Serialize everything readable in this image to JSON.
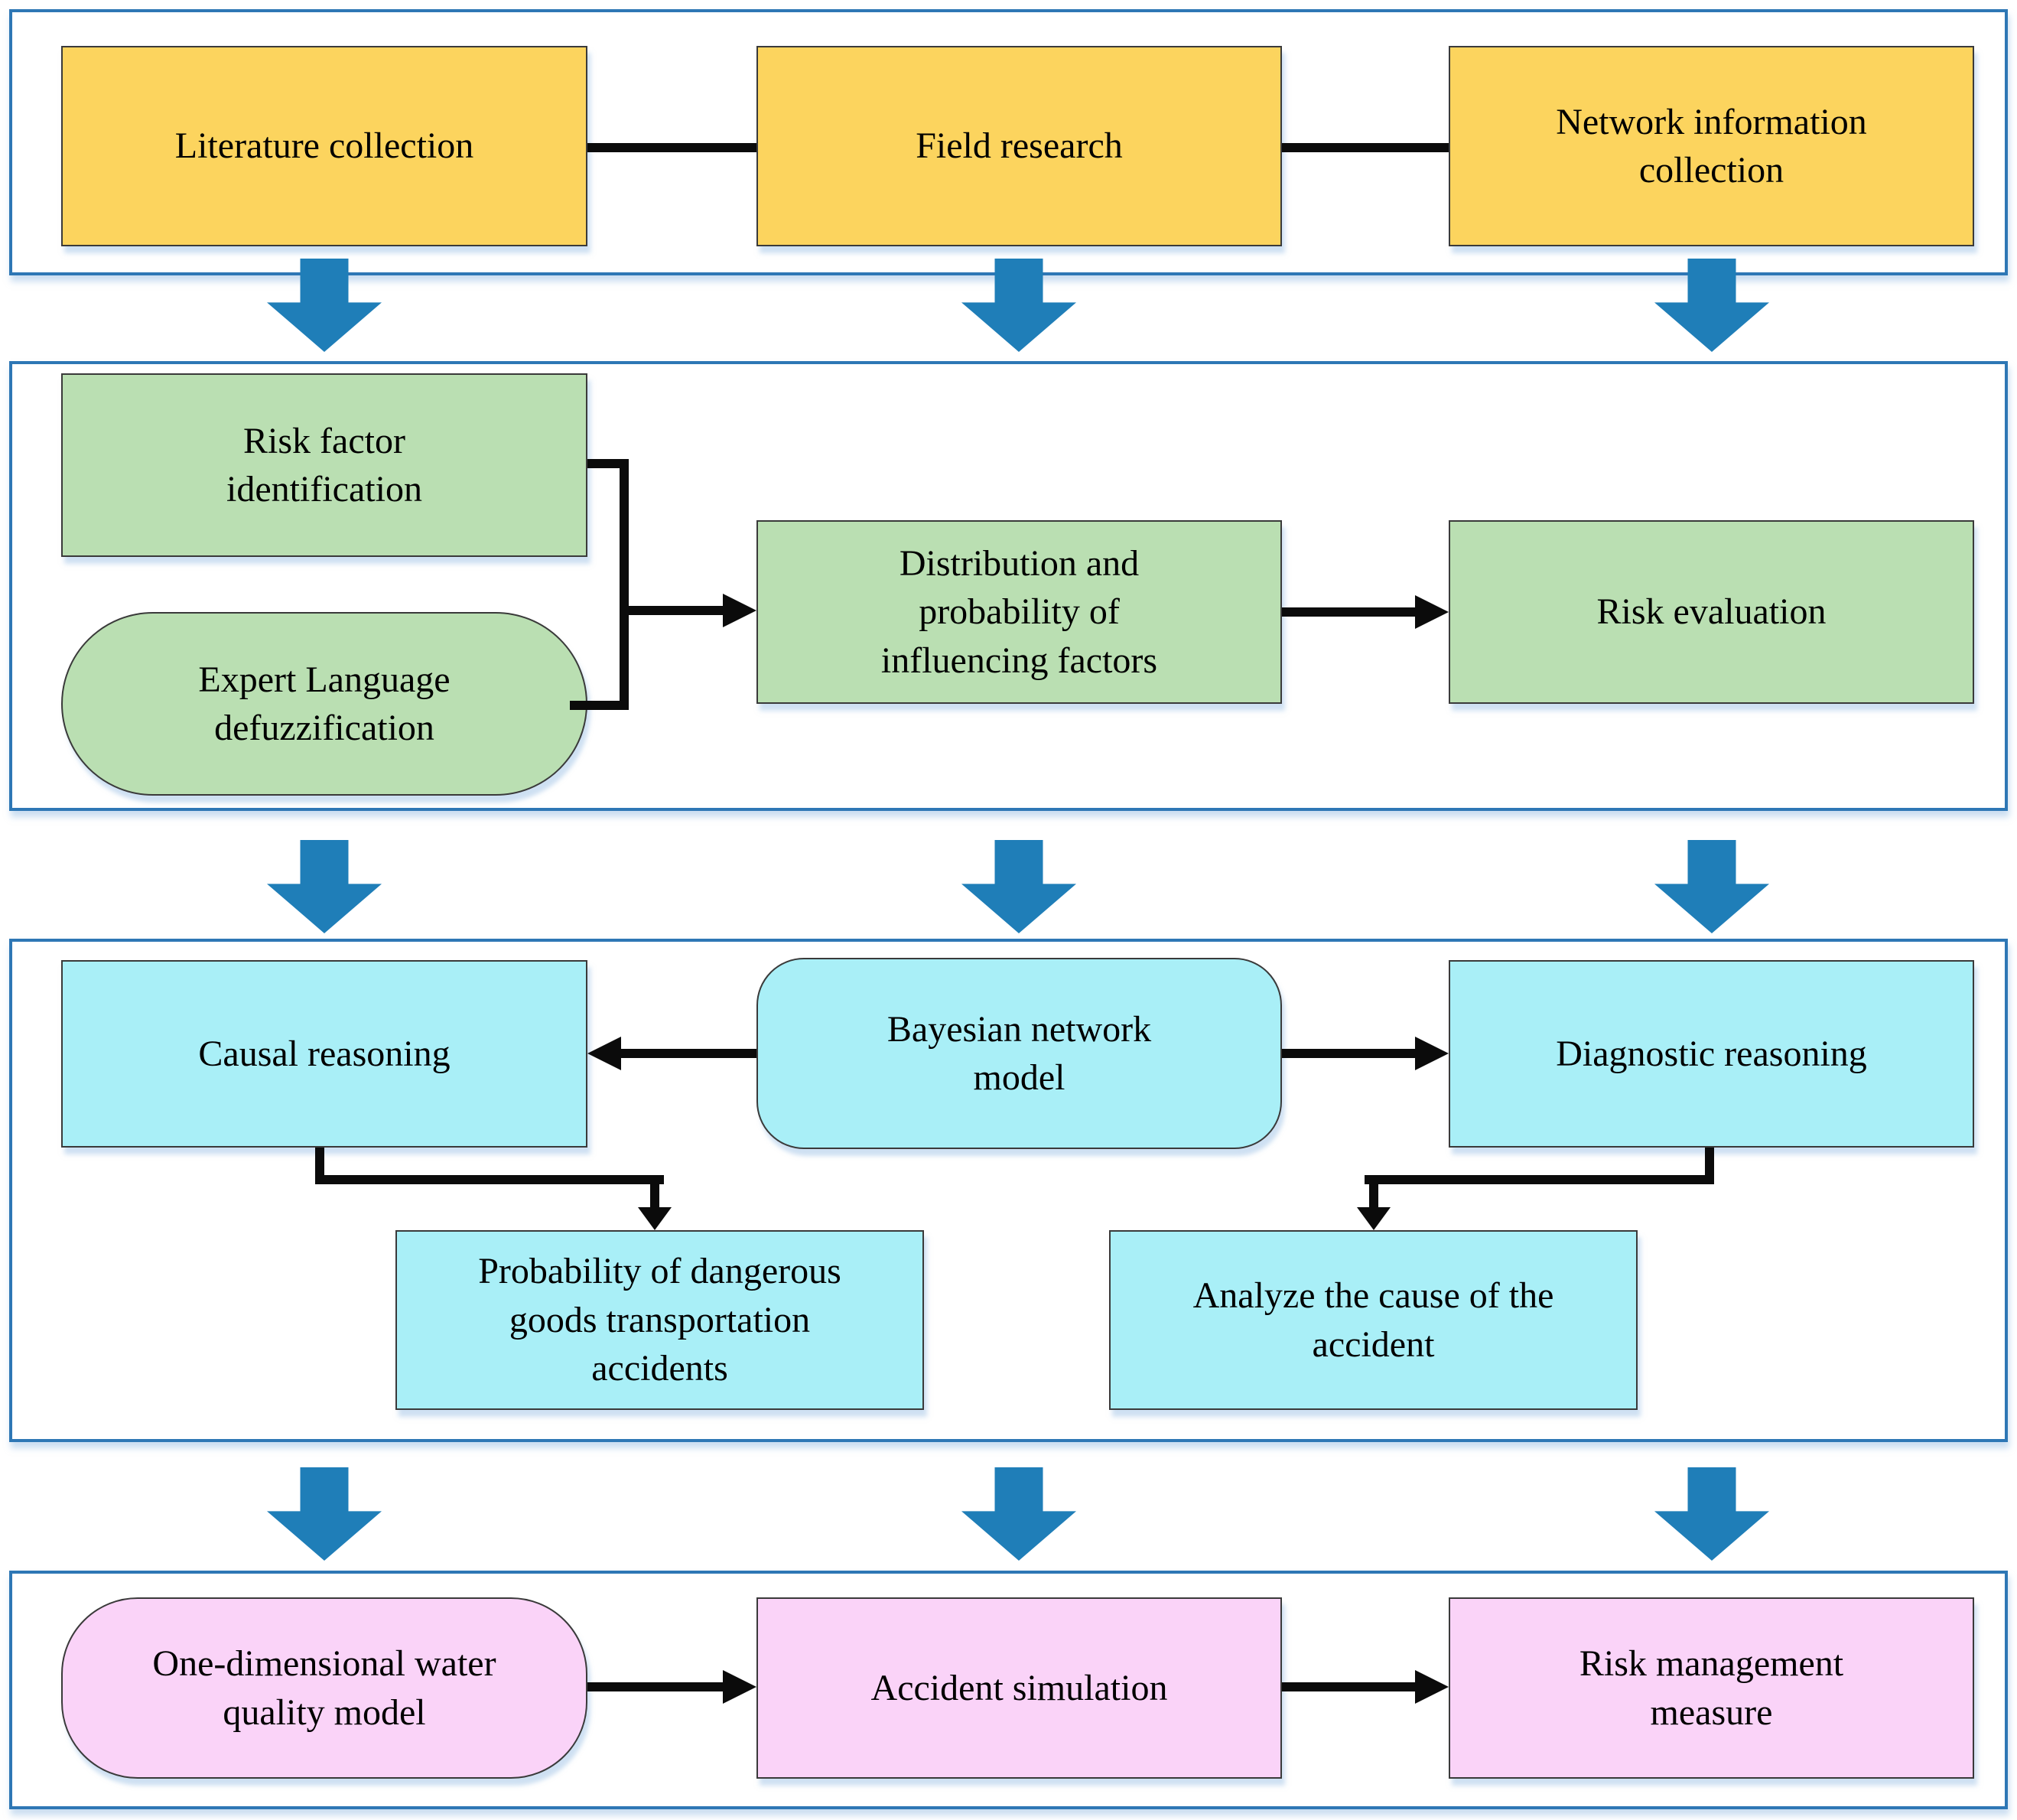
{
  "stage1": {
    "literature": "Literature collection",
    "field": "Field research",
    "network": "Network information collection"
  },
  "stage2": {
    "risk_factor": "Risk factor identification",
    "expert": "Expert Language defuzzification",
    "distribution": "Distribution and probability of influencing factors",
    "evaluation": "Risk evaluation"
  },
  "stage3": {
    "causal": "Causal reasoning",
    "bayesian": "Bayesian network model",
    "diagnostic": "Diagnostic reasoning",
    "probability": "Probability of dangerous goods transportation accidents",
    "analyze": "Analyze the cause of the accident"
  },
  "stage4": {
    "water": "One-dimensional water quality model",
    "simulation": "Accident simulation",
    "management": "Risk management measure"
  },
  "colors": {
    "section_border": "#2E77B5",
    "node_border": "#3a3a3a",
    "yellow": "#FCD45E",
    "green": "#BADFB2",
    "cyan": "#A9EFF7",
    "pink": "#FAD3F8",
    "arrow_blue": "#1F7EB8",
    "connector_black": "#0B0B0B"
  }
}
